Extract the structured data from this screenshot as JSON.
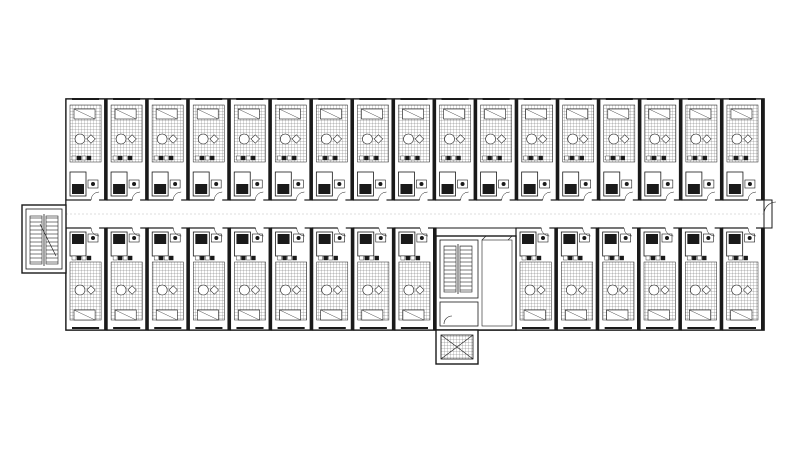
{
  "diagram": {
    "kind": "floor-plan",
    "style": "black line drawing on white, hatched room floors",
    "colors": {
      "background": "#ffffff",
      "line": "#1a1a1a",
      "hatch": "#555555",
      "corridor": "#ffffff"
    },
    "rooms": {
      "north_row_count": 17,
      "south_row_left_count": 9,
      "south_row_right_count": 6
    },
    "features": [
      "external-stair-west",
      "central-stair-core",
      "elevator-shaft",
      "east-door"
    ],
    "labels": []
  }
}
